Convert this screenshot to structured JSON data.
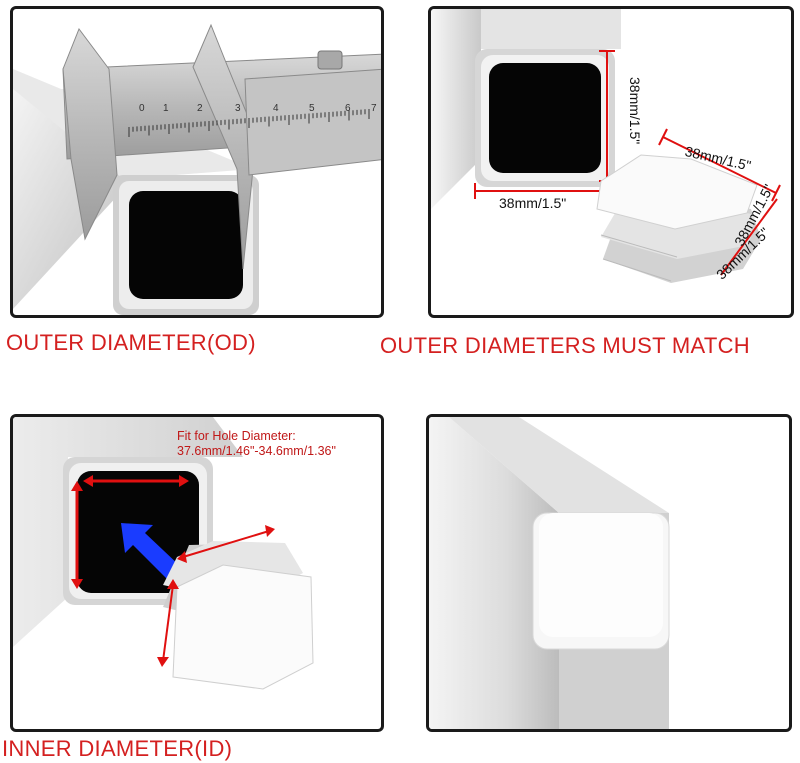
{
  "captions": {
    "outer_diameter": "OUTER DIAMETER(OD)",
    "must_match": "OUTER DIAMETERS MUST MATCH",
    "inner_diameter": "INNER DIAMETER(ID)"
  },
  "dimensions": {
    "tube_height": "38mm/1.5\"",
    "tube_width": "38mm/1.5\"",
    "cap_top": "38mm/1.5\"",
    "cap_side_upper": "38mm/1.5\"",
    "cap_side_lower": "38mm/1.5\""
  },
  "fit_note": {
    "line1": "Fit for Hole Diameter:",
    "line2": "37.6mm/1.46\"-34.6mm/1.36\""
  },
  "caliper_scale": [
    "0",
    "1",
    "2",
    "3",
    "4",
    "5",
    "6",
    "7"
  ],
  "colors": {
    "caption_red": "#d42020",
    "arrow_red": "#e01010",
    "arrow_blue": "#1a3cff",
    "frame": "#1a1a1a"
  }
}
